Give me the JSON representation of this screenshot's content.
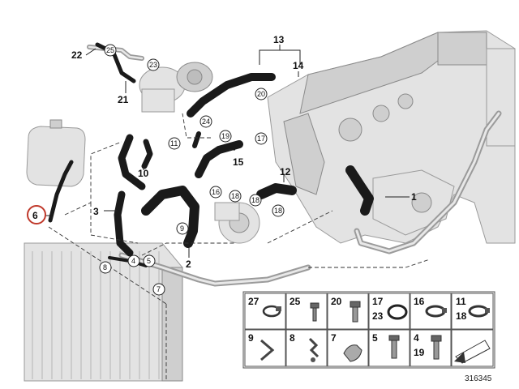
{
  "figure_number": "316345",
  "callouts": {
    "c1": "1",
    "c2": "2",
    "c3": "3",
    "c6": "6",
    "c10": "10",
    "c12": "12",
    "c13": "13",
    "c14": "14",
    "c15": "15",
    "c21": "21",
    "c22": "22"
  },
  "circled": {
    "r25": "25",
    "r23": "23",
    "r20": "20",
    "r24": "24",
    "r11": "11",
    "r19": "19",
    "r17": "17",
    "r16": "16",
    "r18a": "18",
    "r18b": "18",
    "r18c": "18",
    "r9": "9",
    "r8": "8",
    "r4": "4",
    "r5": "5",
    "r7": "7"
  },
  "legend": {
    "row1": [
      "27",
      "25",
      "20",
      "17",
      "16",
      "11"
    ],
    "row1_sub": {
      "17": "23",
      "11": "18"
    },
    "row2": [
      "9",
      "8",
      "7",
      "5",
      "4"
    ],
    "row2_sub": {
      "4": "19"
    }
  },
  "highlight_color": "#c0392b"
}
